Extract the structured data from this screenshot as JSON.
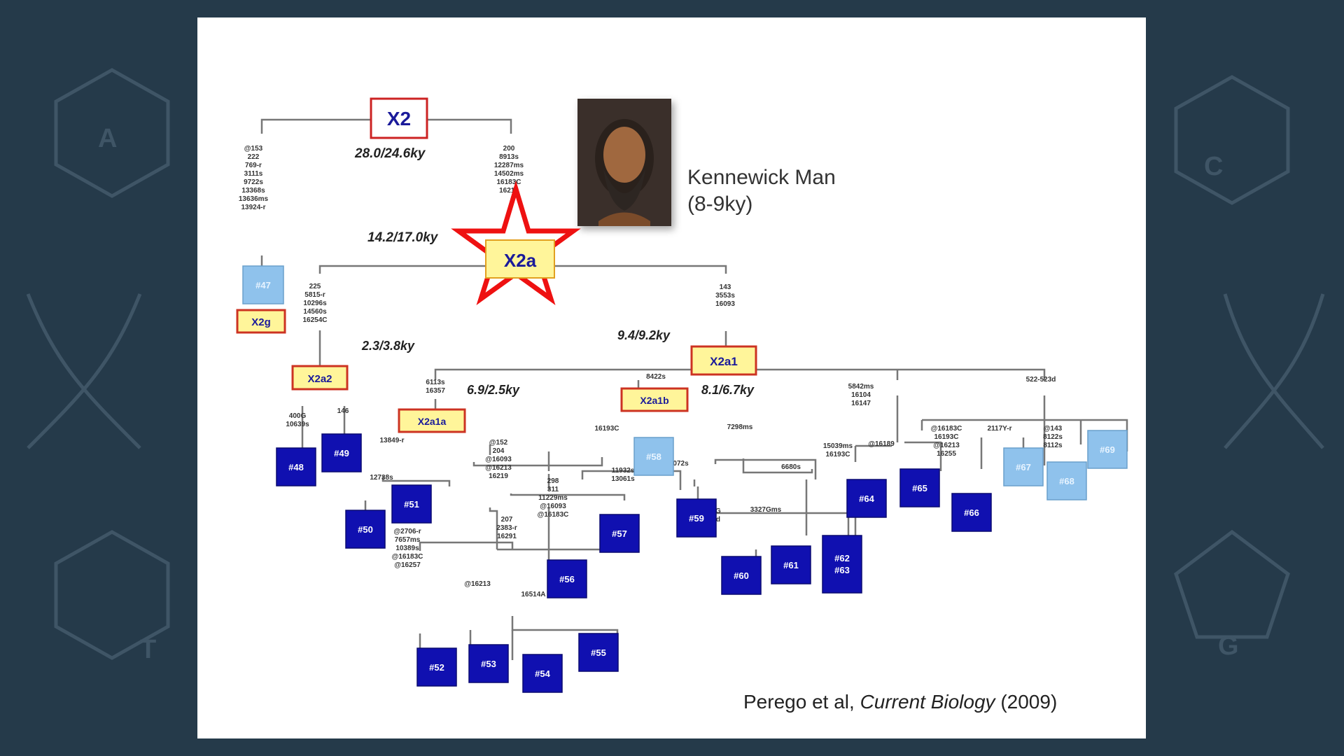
{
  "root": {
    "label": "X2",
    "date": "28.0/24.6ky"
  },
  "x2a": {
    "label": "X2a",
    "date": "14.2/17.0ky"
  },
  "x2a1": {
    "label": "X2a1",
    "date": "9.4/9.2ky"
  },
  "x2a2": {
    "label": "X2a2",
    "date": "2.3/3.8ky"
  },
  "x2a1a": {
    "label": "X2a1a",
    "date": "6.9/2.5ky"
  },
  "x2a1b": {
    "label": "X2a1b",
    "date": "8.1/6.7ky"
  },
  "x2g": {
    "label": "X2g"
  },
  "kennewick": {
    "name": "Kennewick Man",
    "age": "(8-9ky)"
  },
  "citation": {
    "authors": "Perego et al, ",
    "journal": "Current Biology",
    "year": " (2009)"
  },
  "mutations": {
    "x2_left": [
      "@153",
      "222",
      "769-r",
      "3111s",
      "9722s",
      "13368s",
      "13636ms",
      "13924-r"
    ],
    "x2_right": [
      "200",
      "8913s",
      "12287ms",
      "14502ms",
      "16183C",
      "16213"
    ],
    "x2a2_branch": [
      "225",
      "5815-r",
      "10296s",
      "14560s",
      "16254C"
    ],
    "x2a1_branch": [
      "143",
      "3553s",
      "16093"
    ],
    "x2a1a_branch": [
      "6113s",
      "16357"
    ],
    "x2a1b_branch": [
      "8422s"
    ],
    "b48": [
      "400G",
      "10639s"
    ],
    "b49": [
      "146"
    ],
    "b50_51": [
      "13849-r"
    ],
    "b50": [
      "12738s"
    ],
    "x2a1a_right": [
      "@152",
      "204",
      "@16093",
      "@16213",
      "16219"
    ],
    "b52_group": [
      "@2706-r",
      "7657ms",
      "10389s",
      "@16183C",
      "@16257"
    ],
    "b53_55_group": [
      "207",
      "2383-r",
      "16291"
    ],
    "b53": [
      "@16213"
    ],
    "b54": [
      "16514A"
    ],
    "x2a1b_left": [
      "16193C"
    ],
    "b56": [
      "298",
      "311",
      "11229ms",
      "@16093",
      "@16183C"
    ],
    "b57": [
      "11932s",
      "13061s"
    ],
    "x2a1b_right": [
      "7298ms"
    ],
    "b59": [
      "12072s"
    ],
    "b60_63": [
      "6680s"
    ],
    "b60": [
      "16504G",
      "16536d"
    ],
    "b61": [
      "3327Gms"
    ],
    "b64_65": [
      "5842ms",
      "16104",
      "16147"
    ],
    "b64": [
      "15039ms",
      "16193C"
    ],
    "b65": [
      "@16189"
    ],
    "b66_group": [
      "522-523d"
    ],
    "b66": [
      "@16183C",
      "16193C",
      "@16213",
      "16255"
    ],
    "b67": [
      "2117Y-r"
    ],
    "b68": [
      "@143",
      "8122s",
      "8112s"
    ]
  },
  "boxes": {
    "b47": "#47",
    "b48": "#48",
    "b49": "#49",
    "b50": "#50",
    "b51": "#51",
    "b52": "#52",
    "b53": "#53",
    "b54": "#54",
    "b55": "#55",
    "b56": "#56",
    "b57": "#57",
    "b58": "#58",
    "b59": "#59",
    "b60": "#60",
    "b61": "#61",
    "b62": "#62",
    "b63": "#63",
    "b64": "#64",
    "b65": "#65",
    "b66": "#66",
    "b67": "#67",
    "b68": "#68",
    "b69": "#69"
  },
  "colors": {
    "background": "#253a4a",
    "dark_box": "#1010b0",
    "light_box": "#8fc2ec",
    "haplo_fill": "#fff59a",
    "haplo_border": "#e2a020",
    "root_border": "#cc2222",
    "star": "#ee1111",
    "label_text": "#1a1a9a"
  }
}
